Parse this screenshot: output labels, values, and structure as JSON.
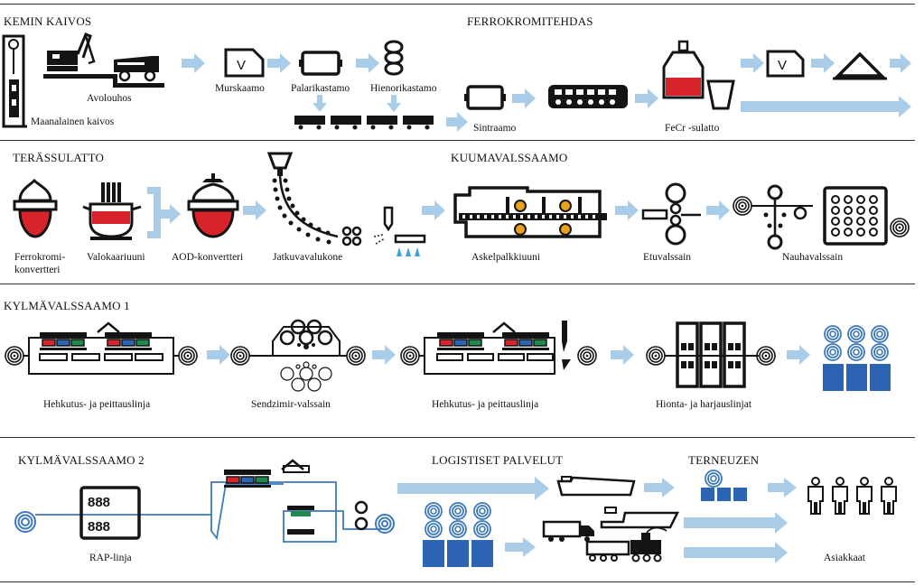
{
  "colors": {
    "ink": "#141414",
    "arrow": "#a9cde9",
    "coil_blue": "#3e78bd",
    "steel_blue": "#2e64b4",
    "ladle_red": "#d8232a",
    "strip_green": "#1f8a4c",
    "spray": "#3aa4d9"
  },
  "headers": {
    "kemin_kaivos": "KEMIN KAIVOS",
    "ferrokromitehdas": "FERROKROMITEHDAS",
    "terassulatto": "TERÄSSULATTO",
    "kuumavalssaamo": "KUUMAVALSSAAMO",
    "kylmavalssaamo1": "KYLMÄVALSSAAMO 1",
    "kylmavalssaamo2": "KYLMÄVALSSAAMO 2",
    "logistiset": "LOGISTISET PALVELUT",
    "terneuzen": "TERNEUZEN"
  },
  "labels": {
    "avolouhos": "Avolouhos",
    "maanalainen": "Maanalainen kaivos",
    "murskaamo": "Murskaamo",
    "palarikastamo": "Palarikastamo",
    "hienorikastamo": "Hienorikastamo",
    "sintraamo": "Sintraamo",
    "fecr": "FeCr -sulatto",
    "ferrokromi_1": "Ferrokromi-",
    "ferrokromi_2": "konvertteri",
    "valokaariuuni": "Valokaariuuni",
    "aod": "AOD-konvertteri",
    "jatkuva": "Jatkuvavalukone",
    "askel": "Askelpalkkiuuni",
    "etuvalssain": "Etuvalssain",
    "nauha": "Nauhavalssain",
    "hehkutus1": "Hehkutus- ja peittauslinja",
    "sendzimir": "Sendzimir-valssain",
    "hehkutus2": "Hehkutus- ja peittauslinja",
    "hionta": "Hionta- ja harjauslinjat",
    "rap": "RAP-linja",
    "asiakkaat": "Asiakkaat"
  }
}
